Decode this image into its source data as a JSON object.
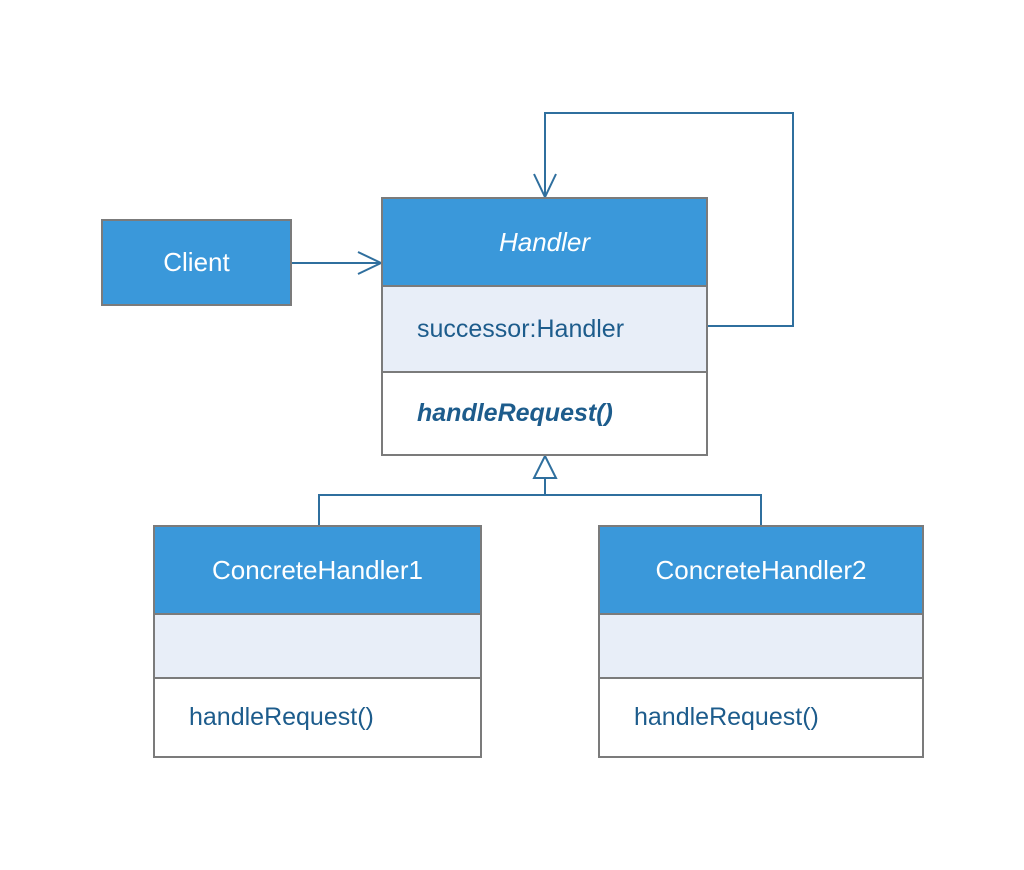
{
  "diagram": {
    "client": {
      "name": "Client"
    },
    "handler": {
      "name": "Handler",
      "attribute": "successor:Handler",
      "method": "handleRequest()"
    },
    "concrete_handlers": [
      {
        "name": "ConcreteHandler1",
        "attribute": "",
        "method": "handleRequest()"
      },
      {
        "name": "ConcreteHandler2",
        "attribute": "",
        "method": "handleRequest()"
      }
    ],
    "relationships": [
      {
        "from": "Client",
        "to": "Handler",
        "type": "association"
      },
      {
        "from": "Handler",
        "to": "Handler",
        "type": "self-association (successor)"
      },
      {
        "from": "ConcreteHandler1",
        "to": "Handler",
        "type": "generalization"
      },
      {
        "from": "ConcreteHandler2",
        "to": "Handler",
        "type": "generalization"
      }
    ],
    "colors": {
      "header": "#3a98da",
      "attribute_band": "#e8eef8",
      "text_dark": "#1d5c8c",
      "line": "#2f6f9e",
      "border": "#7b7b7b"
    }
  }
}
